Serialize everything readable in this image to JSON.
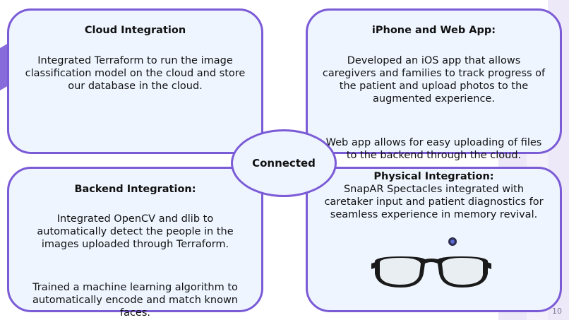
{
  "cards": {
    "cloud": {
      "title": "Cloud Integration",
      "body": "Integrated Terraform to run the image classification model on the cloud and store our database in the cloud."
    },
    "iphone": {
      "title": "iPhone and Web App:",
      "body1": "Developed an iOS app that allows caregivers and families to track progress of the patient and upload photos to the augmented experience.",
      "body2": "Web app allows for easy uploading of files to the backend through the cloud."
    },
    "backend": {
      "title": "Backend Integration:",
      "body1": "Integrated OpenCV and dlib to automatically detect the people in the images uploaded through Terraform.",
      "body2": "Trained a machine learning algorithm to automatically encode and match known faces."
    },
    "physical": {
      "title": "Physical Integration:",
      "body": "SnapAR Spectacles integrated with caretaker input and patient diagnostics for seamless experience in memory revival."
    }
  },
  "hub": {
    "label": "Connected"
  },
  "page_number": "10",
  "colors": {
    "accent": "#7b5bd6",
    "card_bg": "#eef5ff"
  },
  "icons": {
    "glasses": "smart-glasses-icon"
  }
}
